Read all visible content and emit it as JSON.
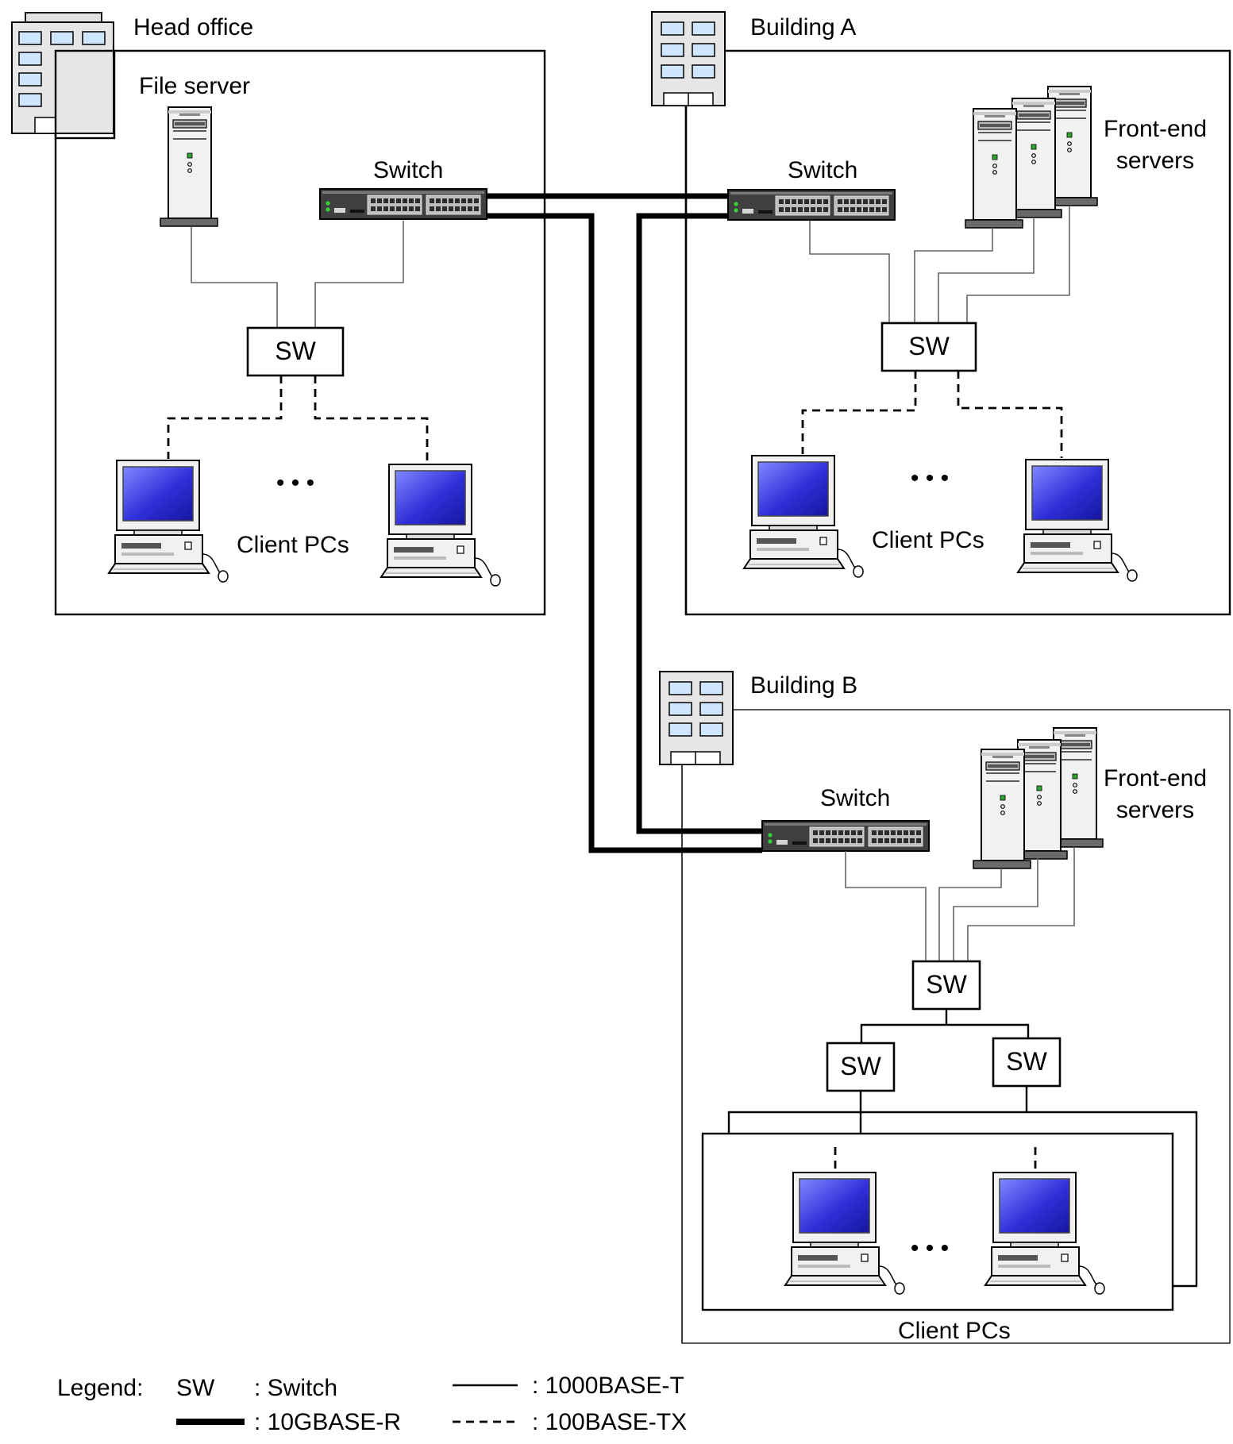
{
  "diagram": {
    "head_office": {
      "title": "Head office",
      "file_server": "File server",
      "switch": "Switch",
      "sw": "SW",
      "client_pcs": "Client PCs",
      "ellipsis": "• • •"
    },
    "building_a": {
      "title": "Building A",
      "switch": "Switch",
      "front_end_line1": "Front-end",
      "front_end_line2": "servers",
      "sw": "SW",
      "client_pcs": "Client PCs",
      "ellipsis": "• • •"
    },
    "building_b": {
      "title": "Building B",
      "switch": "Switch",
      "front_end_line1": "Front-end",
      "front_end_line2": "servers",
      "sw_top": "SW",
      "sw_left": "SW",
      "sw_right": "SW",
      "client_pcs": "Client PCs",
      "ellipsis": "• • •"
    }
  },
  "legend": {
    "title": "Legend:",
    "sw_abbrev": "SW",
    "sw_desc": ": Switch",
    "thick_desc": ": 10GBASE-R",
    "solid_desc": ": 1000BASE-T",
    "dashed_desc": ": 100BASE-TX"
  }
}
